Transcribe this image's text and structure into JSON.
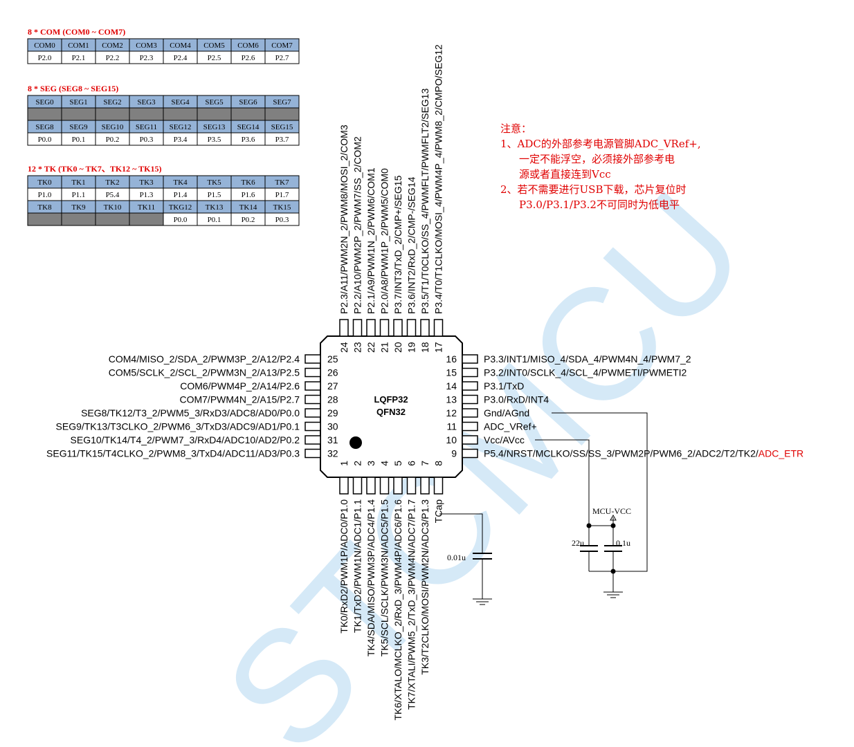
{
  "colors": {
    "header_blue": "#95B3D7",
    "gray": "#808080",
    "red": "#E00000",
    "watermark": "#D5E9F7",
    "line": "#000000"
  },
  "tables": {
    "com": {
      "title": "8 * COM (COM0 ~ COM7)",
      "rows": [
        {
          "kind": "head",
          "cells": [
            "COM0",
            "COM1",
            "COM2",
            "COM3",
            "COM4",
            "COM5",
            "COM6",
            "COM7"
          ]
        },
        {
          "kind": "plain",
          "cells": [
            "P2.0",
            "P2.1",
            "P2.2",
            "P2.3",
            "P2.4",
            "P2.5",
            "P2.6",
            "P2.7"
          ]
        }
      ]
    },
    "seg": {
      "title": "8 * SEG (SEG8 ~ SEG15)",
      "rows": [
        {
          "kind": "head",
          "cells": [
            "SEG0",
            "SEG1",
            "SEG2",
            "SEG3",
            "SEG4",
            "SEG5",
            "SEG6",
            "SEG7"
          ]
        },
        {
          "kind": "plain",
          "cells": [
            "",
            "",
            "",
            "",
            "",
            "",
            "",
            ""
          ],
          "gray": [
            0,
            1,
            2,
            3,
            4,
            5,
            6,
            7
          ]
        },
        {
          "kind": "head",
          "cells": [
            "SEG8",
            "SEG9",
            "SEG10",
            "SEG11",
            "SEG12",
            "SEG13",
            "SEG14",
            "SEG15"
          ]
        },
        {
          "kind": "plain",
          "cells": [
            "P0.0",
            "P0.1",
            "P0.2",
            "P0.3",
            "P3.4",
            "P3.5",
            "P3.6",
            "P3.7"
          ]
        }
      ]
    },
    "tk": {
      "title": "12 * TK (TK0 ~ TK7、TK12 ~ TK15)",
      "rows": [
        {
          "kind": "head",
          "cells": [
            "TK0",
            "TK1",
            "TK2",
            "TK3",
            "TK4",
            "TK5",
            "TK6",
            "TK7"
          ]
        },
        {
          "kind": "plain",
          "cells": [
            "P1.0",
            "P1.1",
            "P5.4",
            "P1.3",
            "P1.4",
            "P1.5",
            "P1.6",
            "P1.7"
          ]
        },
        {
          "kind": "head",
          "cells": [
            "TK8",
            "TK9",
            "TK10",
            "TK11",
            "TKG12",
            "TK13",
            "TK14",
            "TK15"
          ]
        },
        {
          "kind": "plain",
          "cells": [
            "",
            "",
            "",
            "",
            "P0.0",
            "P0.1",
            "P0.2",
            "P0.3"
          ],
          "gray": [
            0,
            1,
            2,
            3
          ]
        }
      ]
    }
  },
  "chip": {
    "package_line1": "LQFP32",
    "package_line2": "QFN32",
    "left_pins": [
      {
        "num": "25",
        "label": "COM4/MISO_2/SDA_2/PWM3P_2/A12/P2.4"
      },
      {
        "num": "26",
        "label": "COM5/SCLK_2/SCL_2/PWM3N_2/A13/P2.5"
      },
      {
        "num": "27",
        "label": "COM6/PWM4P_2/A14/P2.6"
      },
      {
        "num": "28",
        "label": "COM7/PWM4N_2/A15/P2.7"
      },
      {
        "num": "29",
        "label": "SEG8/TK12/T3_2/PWM5_3/RxD3/ADC8/AD0/P0.0"
      },
      {
        "num": "30",
        "label": "SEG9/TK13/T3CLKO_2/PWM6_3/TxD3/ADC9/AD1/P0.1"
      },
      {
        "num": "31",
        "label": "SEG10/TK14/T4_2/PWM7_3/RxD4/ADC10/AD2/P0.2"
      },
      {
        "num": "32",
        "label": "SEG11/TK15/T4CLKO_2/PWM8_3/TxD4/ADC11/AD3/P0.3"
      }
    ],
    "right_pins": [
      {
        "num": "16",
        "label": "P3.3/INT1/MISO_4/SDA_4/PWM4N_4/PWM7_2"
      },
      {
        "num": "15",
        "label": "P3.2/INT0/SCLK_4/SCL_4/PWMETI/PWMETI2"
      },
      {
        "num": "14",
        "label": "P3.1/TxD"
      },
      {
        "num": "13",
        "label": "P3.0/RxD/INT4"
      },
      {
        "num": "12",
        "label": "Gnd/AGnd"
      },
      {
        "num": "11",
        "label": "ADC_VRef+"
      },
      {
        "num": "10",
        "label": "Vcc/AVcc"
      },
      {
        "num": "9",
        "label": "P5.4/NRST/MCLKO/SS/SS_3/PWM2P/PWM6_2/ADC2/T2/TK2/",
        "label_red": "ADC_ETR"
      }
    ],
    "top_pins": [
      {
        "num": "24",
        "label": "P2.3/A11/PWM2N_2/PWM8/MOSI_2/COM3"
      },
      {
        "num": "23",
        "label": "P2.2/A10/PWM2P_2/PWM7/SS_2/COM2"
      },
      {
        "num": "22",
        "label": "P2.1/A9/PWM1N_2/PWM6/COM1"
      },
      {
        "num": "21",
        "label": "P2.0/A8/PWM1P_2/PWM5/COM0"
      },
      {
        "num": "20",
        "label": "P3.7/INT3/TxD_2/CMP+/SEG15"
      },
      {
        "num": "19",
        "label": "P3.6/INT2/RxD_2/CMP-/SEG14"
      },
      {
        "num": "18",
        "label": "P3.5/T1/T0CLKO/SS_4/PWMFLT/PWMFLT2/SEG13"
      },
      {
        "num": "17",
        "label": "P3.4/T0/T1CLKO/MOSI_4/PWM4P_4/PWM8_2/CMPO/SEG12"
      }
    ],
    "bottom_pins": [
      {
        "num": "1",
        "label": "TK0/RxD2/PWM1P/ADC0/P1.0"
      },
      {
        "num": "2",
        "label": "TK1/TxD2/PWM1N/ADC1/P1.1"
      },
      {
        "num": "3",
        "label": "TK4/SDA/MISO/PWM3P/ADC4/P1.4"
      },
      {
        "num": "4",
        "label": "TK5/SCL/SCLK/PWM3N/ADC5/P1.5"
      },
      {
        "num": "5",
        "label": "TK6/XTALO/MCLKO_2/RxD_3/PWM4P/ADC6/P1.6"
      },
      {
        "num": "6",
        "label": "TK7/XTALI/PWM5_2/TxD_3/PWM4N/ADC7/P1.7"
      },
      {
        "num": "7",
        "label": "TK3/T2CLKO/MOSI/PWM2N/ADC3/P1.3"
      },
      {
        "num": "8",
        "label": "TCap"
      }
    ]
  },
  "circuit": {
    "mcu_vcc": "MCU-VCC",
    "cap_22u": "22u",
    "cap_01u": "0.1u",
    "cap_001u": "0.01u"
  },
  "note": {
    "title": "注意：",
    "lines": [
      "1、ADC的外部参考电源管脚ADC_VRef+,",
      "一定不能浮空，必须接外部参考电",
      "源或者直接连到Vcc",
      "2、若不需要进行USB下载，芯片复位时",
      "P3.0/P3.1/P3.2不可同时为低电平"
    ]
  },
  "watermark": "STCMCU"
}
